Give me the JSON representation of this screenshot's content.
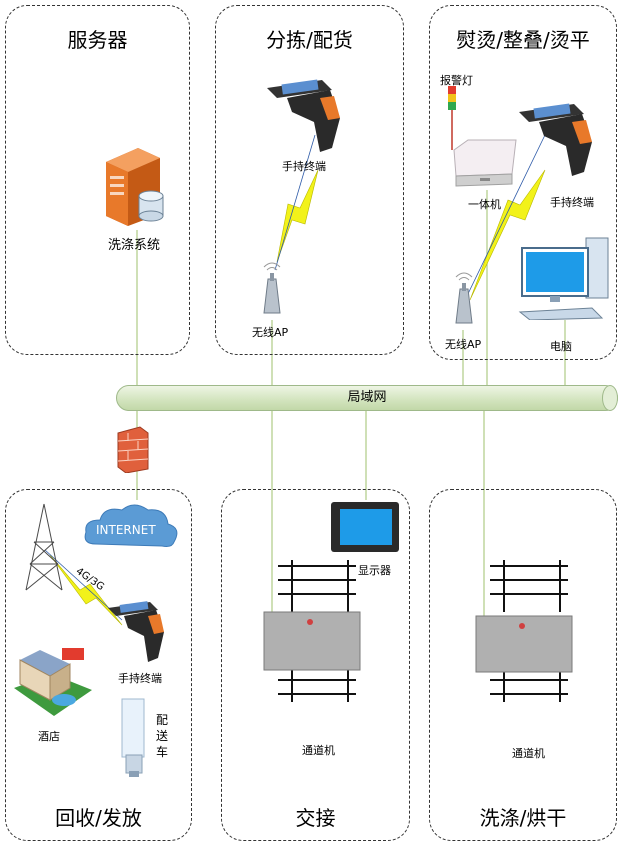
{
  "zones": {
    "server": {
      "title": "服务器",
      "system_label": "洗涤系统"
    },
    "sorting": {
      "title": "分拣/配货",
      "terminal_label": "手持终端",
      "ap_label": "无线AP"
    },
    "ironing": {
      "title": "熨烫/整叠/烫平",
      "alarm_label": "报警灯",
      "allinone_label": "一体机",
      "terminal_label": "手持终端",
      "ap_label": "无线AP",
      "pc_label": "电脑"
    },
    "network": {
      "lan_label": "局域网"
    },
    "recycle": {
      "title": "回收/发放",
      "internet_label": "INTERNET",
      "link_label": "4G/3G",
      "terminal_label": "手持终端",
      "hotel_label": "酒店",
      "cart_label": "配送车"
    },
    "handover": {
      "title": "交接",
      "display_label": "显示器",
      "gate_label": "通道机"
    },
    "washing": {
      "title": "洗涤/烘干",
      "gate_label": "通道机"
    }
  },
  "colors": {
    "lan": "#cfe1b8",
    "wire": "#b5cf8e",
    "lightning": "#f2f21a",
    "screen": "#1e9be8",
    "server": "#e8792a",
    "firewall": "#e0603c",
    "cloud": "#5b9bd5"
  }
}
